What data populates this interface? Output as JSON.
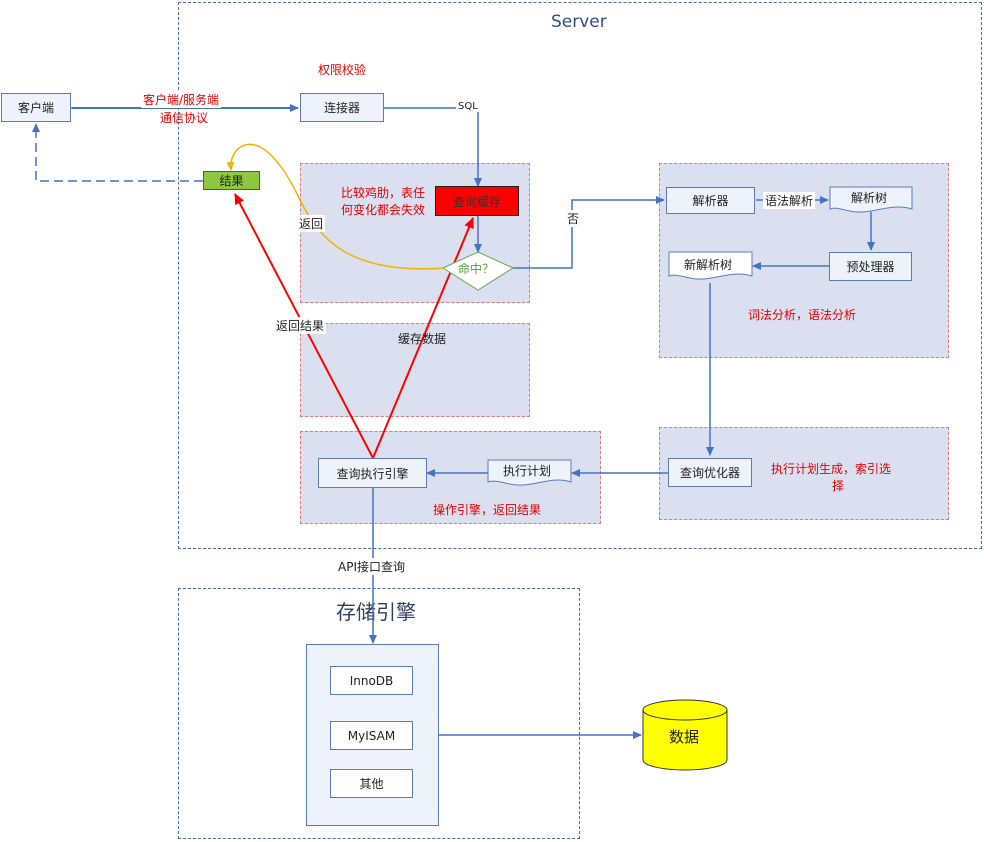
{
  "server": {
    "title": "Server"
  },
  "storage": {
    "title": "存储引擎",
    "engines": [
      "InnoDB",
      "MyISAM",
      "其他"
    ]
  },
  "nodes": {
    "client": "客户端",
    "connector": "连接器",
    "result": "结果",
    "query_cache": "查询缓存",
    "hit_decision": "命中？",
    "parser": "解析器",
    "parse_tree": "解析树",
    "preprocessor": "预处理器",
    "new_parse_tree": "新解析树",
    "optimizer": "查询优化器",
    "exec_plan": "执行计划",
    "exec_engine": "查询执行引擎",
    "data": "数据"
  },
  "edges": {
    "protocol_line1": "客户端/服务端",
    "protocol_line2": "通信协议",
    "sql": "SQL",
    "no": "否",
    "lexical": "语法解析",
    "return": "返回",
    "return_result": "返回结果",
    "cache_data": "缓存数据",
    "api": "API接口查询"
  },
  "annotations": {
    "auth": "权限校验",
    "cache_note_line1": "比较鸡肋，表任",
    "cache_note_line2": "何变化都会失效",
    "parse_note": "词法分析，语法分析",
    "optimizer_note_line1": "执行计划生成，索引选",
    "optimizer_note_line2": "择",
    "exec_note": "操作引擎，返回结果"
  },
  "colors": {
    "frame": "#4a6b9a",
    "region_fill": "#dbe0f0",
    "region_border": "#e07a7a",
    "blue_arrow": "#4472c4",
    "red_arrow": "#ff0000",
    "yellow_arrow": "#f0b400",
    "result_fill": "#8dc63f",
    "cache_fill": "#ff0000",
    "data_fill": "#ffff00",
    "annotation_text": "#e00000"
  },
  "icons": [
    "arrowhead-icon",
    "cylinder-icon",
    "diamond-icon"
  ]
}
